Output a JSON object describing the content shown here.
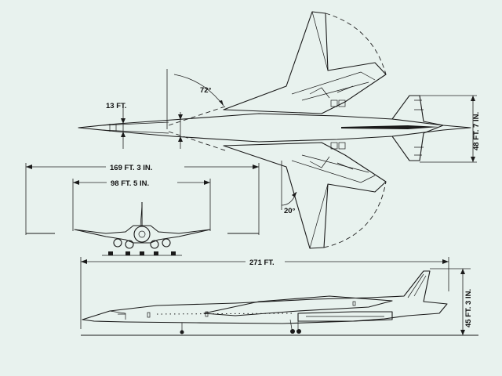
{
  "labels": {
    "sweep_angle": "72°",
    "nose_width": "13 FT.",
    "span_swept": "169 FT. 3 IN.",
    "span_front": "98 FT. 5 IN.",
    "tail_span": "48 FT. 7 IN.",
    "flap_angle": "20°",
    "overall_length": "271 FT.",
    "overall_height": "45 FT. 3 IN."
  }
}
